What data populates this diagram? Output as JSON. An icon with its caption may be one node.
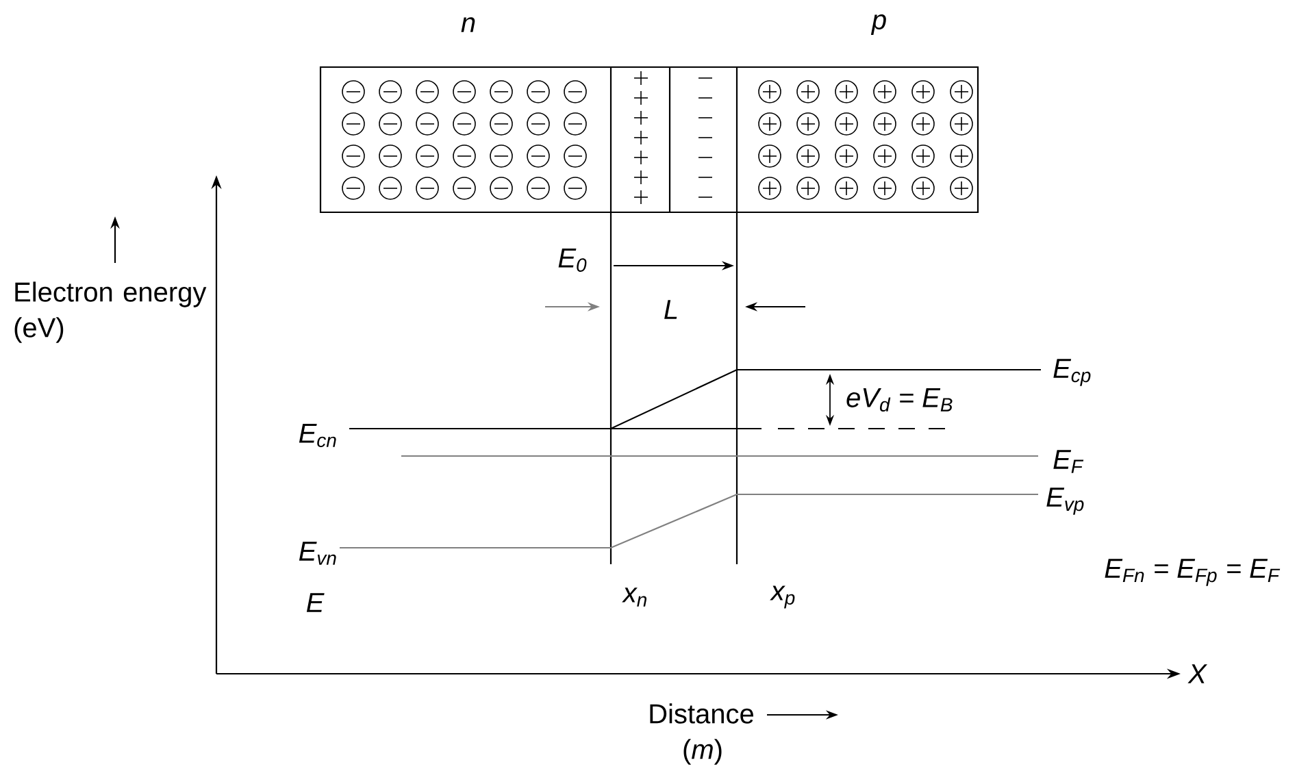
{
  "diagram": {
    "labels": [
      "n",
      "p",
      "Electron energy (eV)",
      "E$_{0}$",
      "L",
      "E$_{cp}$",
      "eV$_{d}$ = E$_{B}$",
      "E$_{cn}$",
      "E$_{F}$",
      "E$_{vp}$",
      "E$_{vn}$",
      "E$_{Fn}$ = E$_{Fp}$ = E$_{F}$",
      "E",
      "x$_{n}$",
      "x$_{p}$",
      "X",
      "Distance",
      "(*m*)"
    ]
  }
}
